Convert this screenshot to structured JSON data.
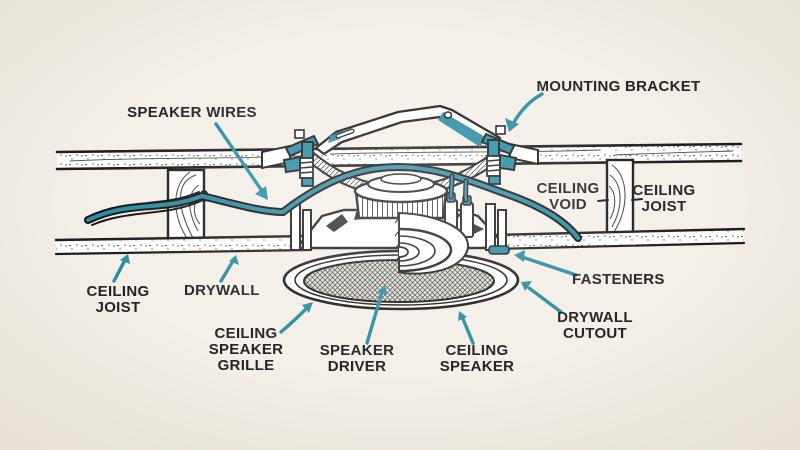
{
  "title": "Ceiling speaker installation diagram",
  "colors": {
    "background": "#f4efe7",
    "ink": "#1c1c1c",
    "accent_teal": "#2a8ca4",
    "mesh_gray": "#d9d6cd"
  },
  "labels": {
    "mounting_bracket": {
      "lines": [
        "MOUNTING BRACKET"
      ]
    },
    "speaker_wires": {
      "lines": [
        "SPEAKER WIRES"
      ]
    },
    "ceiling_void": {
      "lines": [
        "CEILING",
        "VOID"
      ]
    },
    "ceiling_joist_right": {
      "lines": [
        "CEILING",
        "JOIST"
      ]
    },
    "ceiling_joist_left": {
      "lines": [
        "CEILING",
        "JOIST"
      ]
    },
    "drywall": {
      "lines": [
        "DRYWALL"
      ]
    },
    "ceiling_speaker_grille": {
      "lines": [
        "CEILING",
        "SPEAKER",
        "GRILLE"
      ]
    },
    "speaker_driver": {
      "lines": [
        "SPEAKER",
        "DRIVER"
      ]
    },
    "ceiling_speaker": {
      "lines": [
        "CEILING",
        "SPEAKER"
      ]
    },
    "drywall_cutout": {
      "lines": [
        "DRYWALL",
        "CUTOUT"
      ]
    },
    "fasteners": {
      "lines": [
        "FASTENERS"
      ]
    }
  }
}
